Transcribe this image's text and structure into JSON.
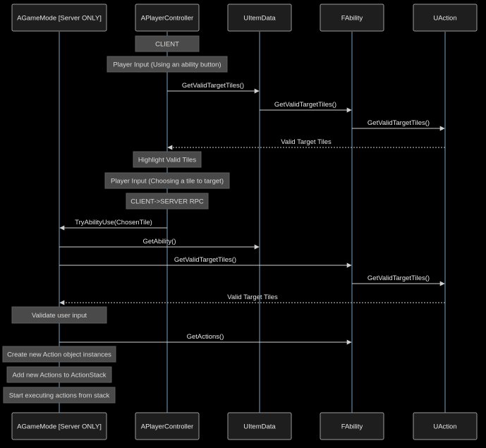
{
  "actors": [
    {
      "id": "agm",
      "label": "AGameMode [Server ONLY]"
    },
    {
      "id": "apc",
      "label": "APlayerController"
    },
    {
      "id": "uid",
      "label": "UItemData"
    },
    {
      "id": "fab",
      "label": "FAbility"
    },
    {
      "id": "uac",
      "label": "UAction"
    }
  ],
  "notes": [
    {
      "id": "client",
      "text": "CLIENT"
    },
    {
      "id": "player-input-ability",
      "text": "Player Input (Using an ability button)"
    },
    {
      "id": "highlight-valid-tiles",
      "text": "Highlight Valid Tiles"
    },
    {
      "id": "player-input-tile",
      "text": "Player Input (Choosing a tile to target)"
    },
    {
      "id": "client-server-rpc",
      "text": "CLIENT->SERVER RPC"
    },
    {
      "id": "validate-user-input",
      "text": "Validate user input"
    },
    {
      "id": "create-action-instances",
      "text": "Create new Action object instances"
    },
    {
      "id": "add-actions-to-stack",
      "text": "Add new Actions to ActionStack"
    },
    {
      "id": "start-executing-actions",
      "text": "Start executing actions from stack"
    }
  ],
  "messages": [
    {
      "from": "apc",
      "to": "uid",
      "text": "GetValidTargetTiles()",
      "style": "solid"
    },
    {
      "from": "uid",
      "to": "fab",
      "text": "GetValidTargetTiles()",
      "style": "solid"
    },
    {
      "from": "fab",
      "to": "uac",
      "text": "GetValidTargetTiles()",
      "style": "solid"
    },
    {
      "from": "uac",
      "to": "apc",
      "text": "Valid Target Tiles",
      "style": "dotted"
    },
    {
      "from": "apc",
      "to": "agm",
      "text": "TryAbilityUse(ChosenTile)",
      "style": "solid"
    },
    {
      "from": "agm",
      "to": "uid",
      "text": "GetAbility()",
      "style": "solid"
    },
    {
      "from": "agm",
      "to": "fab",
      "text": "GetValidTargetTiles()",
      "style": "solid"
    },
    {
      "from": "fab",
      "to": "uac",
      "text": "GetValidTargetTiles()",
      "style": "solid"
    },
    {
      "from": "uac",
      "to": "agm",
      "text": "Valid Target Tiles",
      "style": "dotted"
    },
    {
      "from": "agm",
      "to": "fab",
      "text": "GetActions()",
      "style": "solid"
    }
  ]
}
